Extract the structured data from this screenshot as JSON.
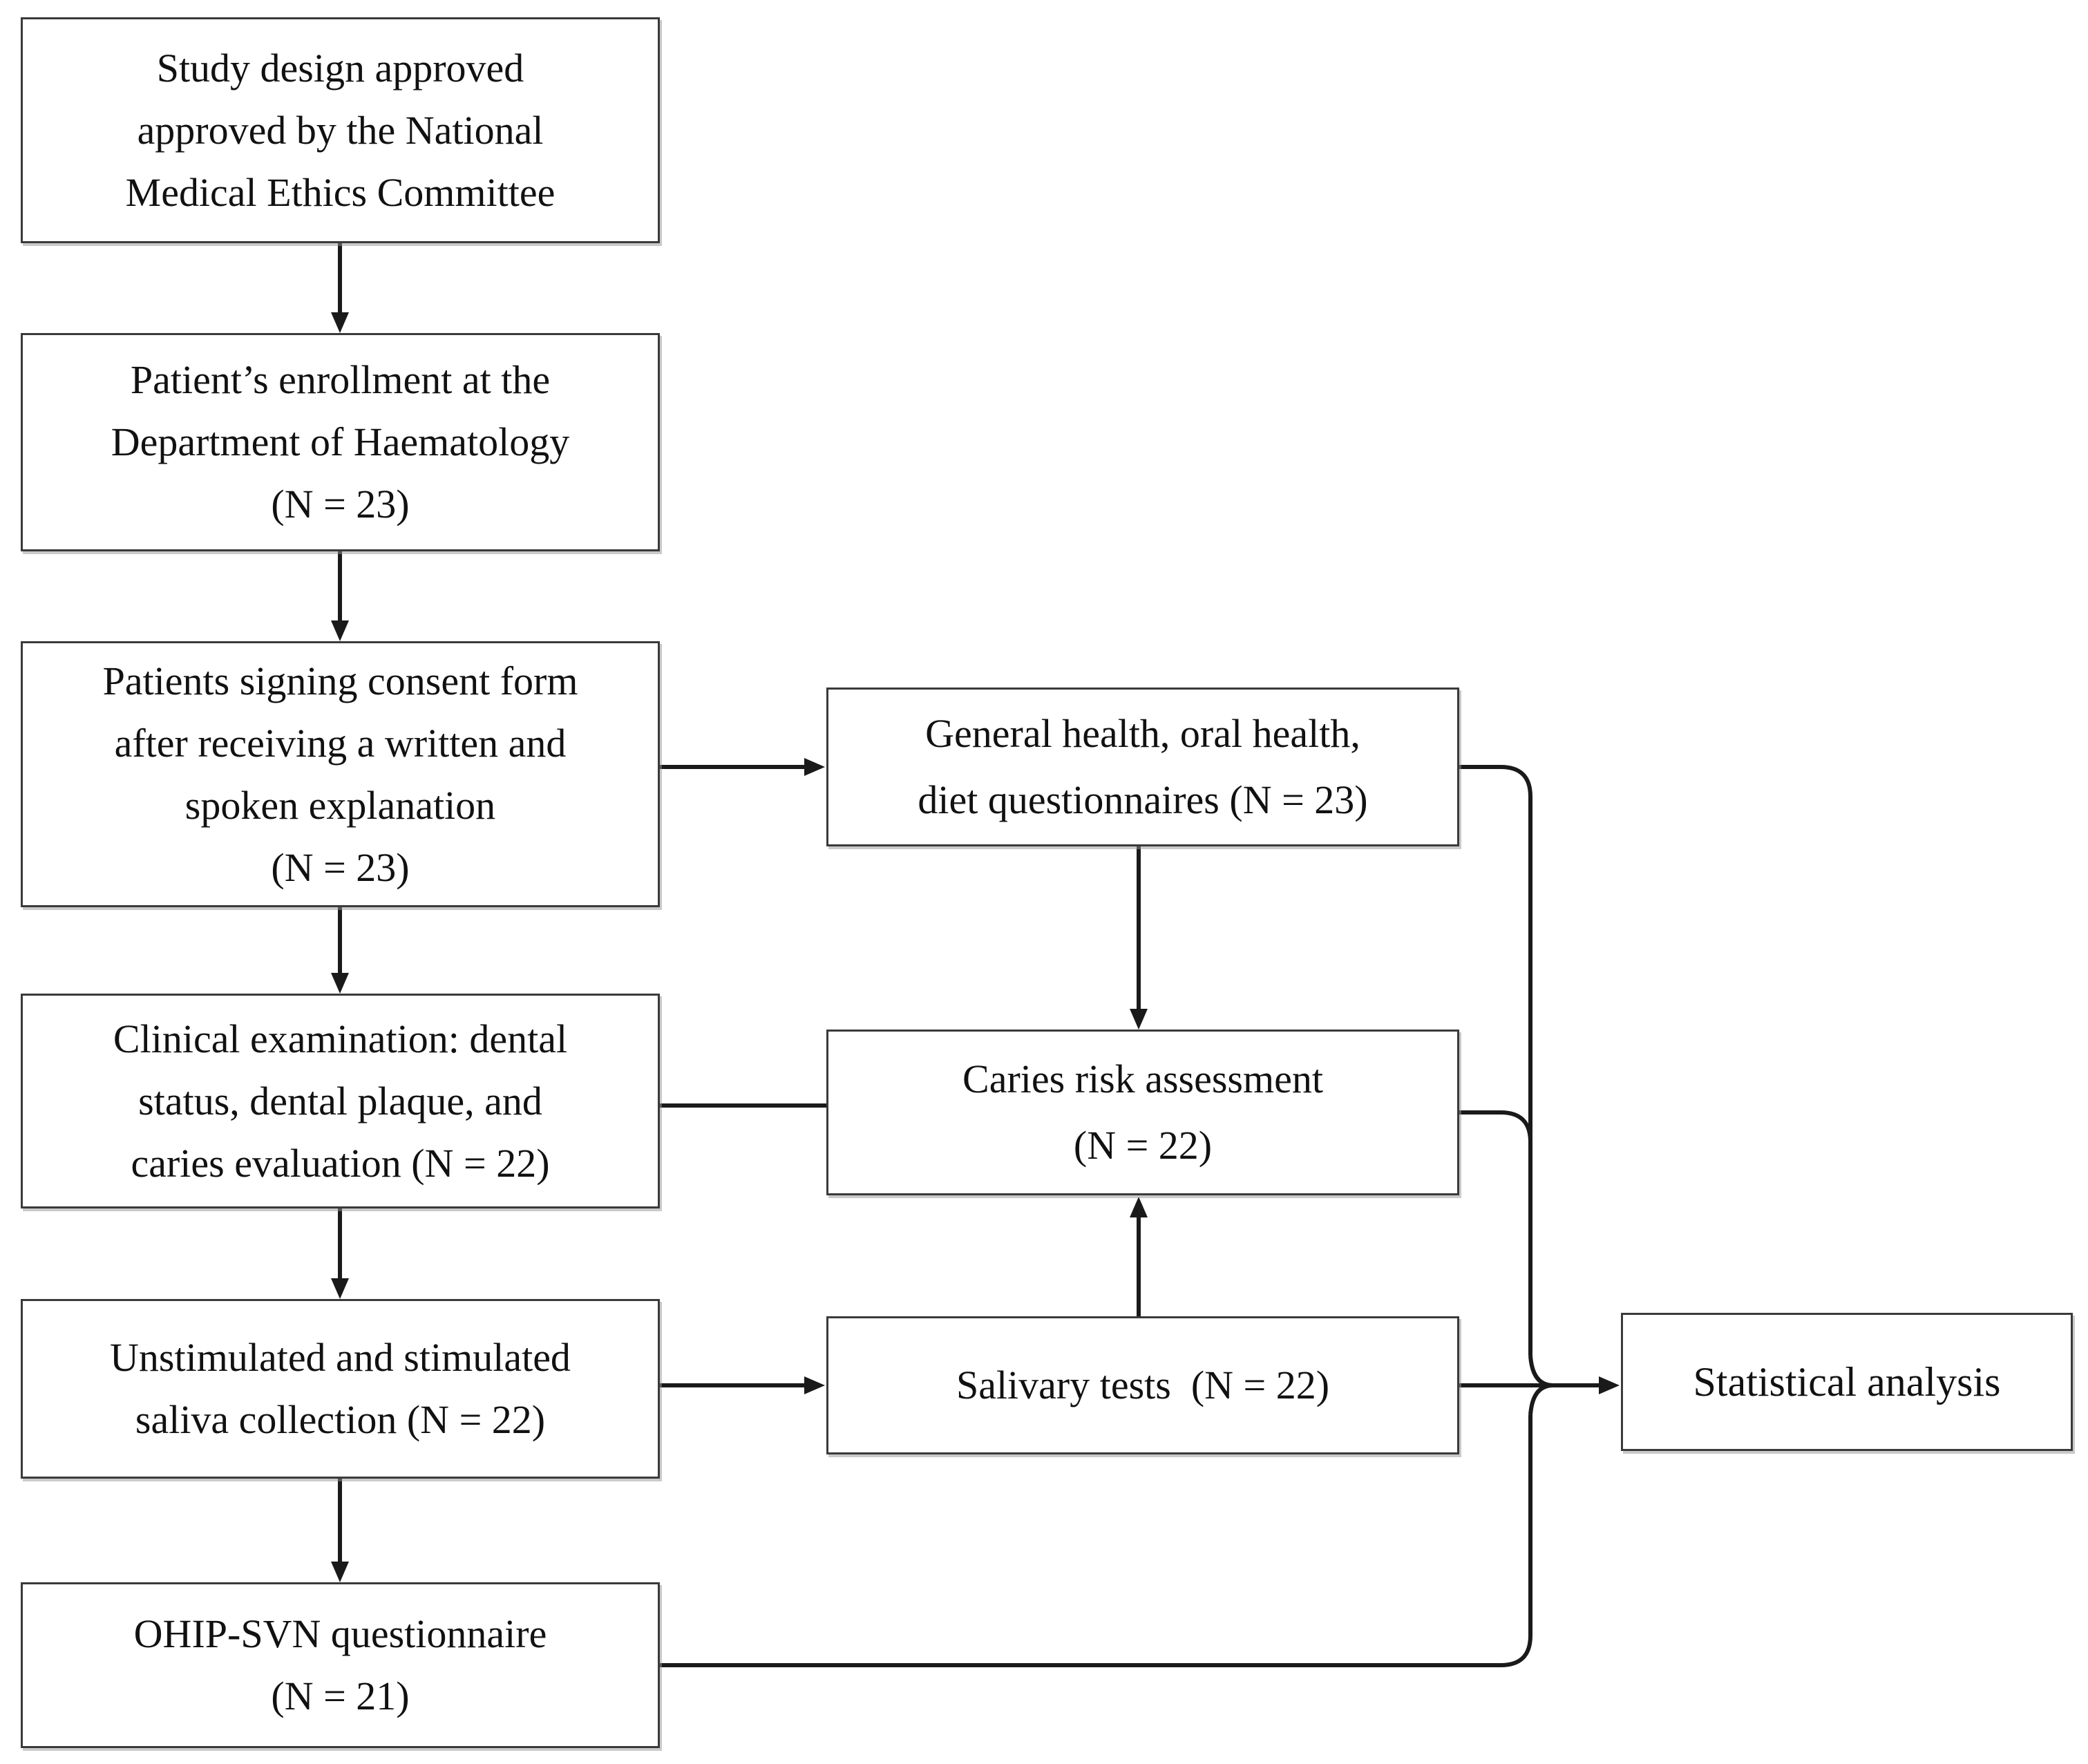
{
  "figure": {
    "background_color": "#ffffff",
    "box_border_color": "#3a3a3a",
    "connector_color": "#1a1a1a"
  },
  "boxes": {
    "study_design": {
      "lines": [
        "Study design approved",
        "approved by the National",
        "Medical Ethics Committee"
      ]
    },
    "enrollment": {
      "lines": [
        "Patient’s enrollment at the",
        "Department of Haematology",
        "(N = 23)"
      ]
    },
    "consent": {
      "lines": [
        "Patients signing consent form",
        "after receiving a written and",
        "spoken explanation",
        "(N = 23)"
      ]
    },
    "clinical_exam": {
      "lines": [
        "Clinical examination: dental",
        "status, dental plaque, and",
        "caries evaluation (N = 22)"
      ]
    },
    "saliva_collection": {
      "lines": [
        "Unstimulated and stimulated",
        "saliva collection (N = 22)"
      ]
    },
    "ohip": {
      "lines": [
        "OHIP-SVN questionnaire",
        "(N = 21)"
      ]
    },
    "questionnaires": {
      "lines": [
        "General health, oral health,",
        "diet questionnaires (N = 23)"
      ]
    },
    "caries_risk": {
      "lines": [
        "Caries risk assessment",
        "(N = 22)"
      ]
    },
    "salivary_tests": {
      "lines": [
        "Salivary tests  (N = 22)"
      ]
    },
    "statistical": {
      "lines": [
        "Statistical analysis"
      ]
    }
  }
}
